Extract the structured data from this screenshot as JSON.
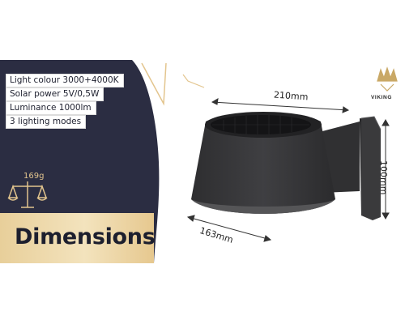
{
  "specs": [
    "Light colour 3000+4000K",
    "Solar power 5V/0,5W",
    "Luminance 1000lm",
    "3 lighting modes"
  ],
  "weight": "169g",
  "banner": "Dimensions",
  "brand": "VIKING",
  "dimensions": {
    "width": "210mm",
    "depth": "163mm",
    "height": "100mm"
  },
  "colors": {
    "panel": "#2b2d42",
    "gold": "#e3c58e",
    "product": "#3a3a3a"
  },
  "icons": [
    "scale-icon",
    "viking-logo-icon"
  ]
}
